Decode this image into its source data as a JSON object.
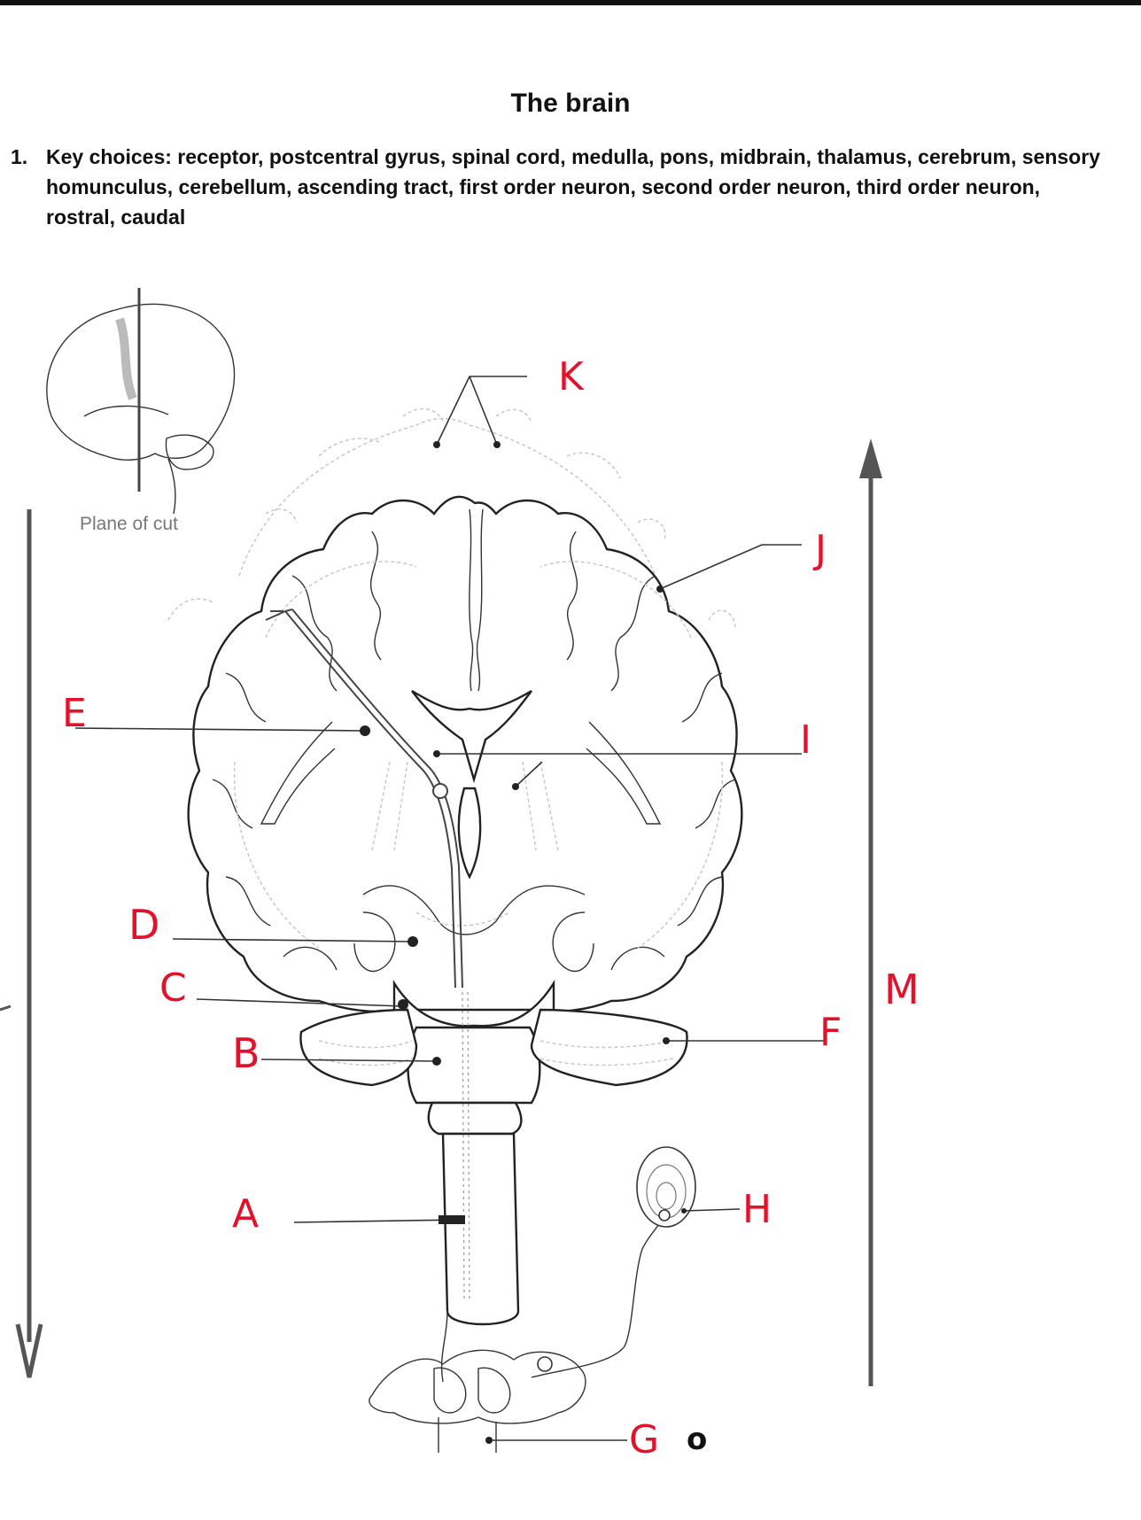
{
  "title": "The brain",
  "question": {
    "number": "1.",
    "text": "Key choices: receptor, postcentral gyrus, spinal cord, medulla, pons, midbrain, thalamus, cerebrum, sensory homunculus, cerebellum, ascending tract, first order neuron, second order neuron, third order neuron, rostral, caudal"
  },
  "inset": {
    "plane_label": "Plane of cut"
  },
  "labels": {
    "A": "A",
    "B": "B",
    "C": "C",
    "D": "D",
    "E": "E",
    "F": "F",
    "G": "G",
    "H": "H",
    "I": "I",
    "J": "J",
    "K": "K",
    "M": "M",
    "extra_mark": "o"
  },
  "colors": {
    "handwriting": "#e3122b",
    "ink": "#222222",
    "faint": "#c8c8c8"
  }
}
